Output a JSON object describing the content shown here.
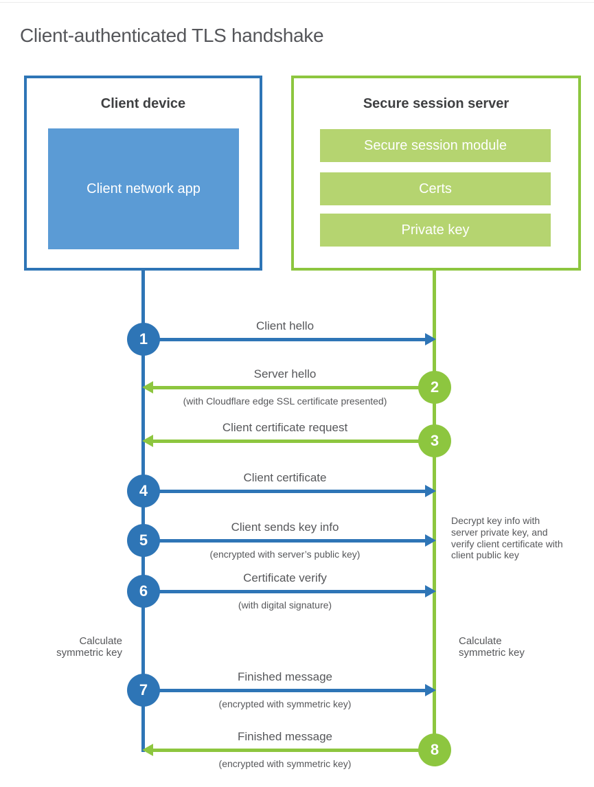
{
  "title": "Client-authenticated TLS handshake",
  "colors": {
    "client_accent": "#2e75b6",
    "client_fill": "#5b9bd5",
    "server_accent": "#8dc63f",
    "server_fill": "#b5d470",
    "text": "#56575a",
    "heading": "#3f4042"
  },
  "client_box": {
    "title": "Client device",
    "app_label": "Client network app"
  },
  "server_box": {
    "title": "Secure session server",
    "modules": [
      "Secure session module",
      "Certs",
      "Private key"
    ]
  },
  "steps": [
    {
      "number": "1",
      "label": "Client hello",
      "sublabel": "",
      "direction": "right",
      "actor": "client"
    },
    {
      "number": "2",
      "label": "Server hello",
      "sublabel": "(with Cloudflare edge SSL certificate presented)",
      "direction": "left",
      "actor": "server"
    },
    {
      "number": "3",
      "label": "Client certificate request",
      "sublabel": "",
      "direction": "left",
      "actor": "server"
    },
    {
      "number": "4",
      "label": "Client certificate",
      "sublabel": "",
      "direction": "right",
      "actor": "client"
    },
    {
      "number": "5",
      "label": "Client sends key info",
      "sublabel": "(encrypted with server’s public key)",
      "direction": "right",
      "actor": "client"
    },
    {
      "number": "6",
      "label": "Certificate verify",
      "sublabel": "(with digital signature)",
      "direction": "right",
      "actor": "client"
    },
    {
      "number": "7",
      "label": "Finished message",
      "sublabel": "(encrypted with symmetric key)",
      "direction": "right",
      "actor": "client"
    },
    {
      "number": "8",
      "label": "Finished message",
      "sublabel": "(encrypted with symmetric key)",
      "direction": "left",
      "actor": "server"
    }
  ],
  "notes": {
    "client_calculate": "Calculate symmetric key",
    "server_calculate": "Calculate symmetric key",
    "server_decrypt": "Decrypt key info with server private key, and verify client certificate with client public key"
  }
}
